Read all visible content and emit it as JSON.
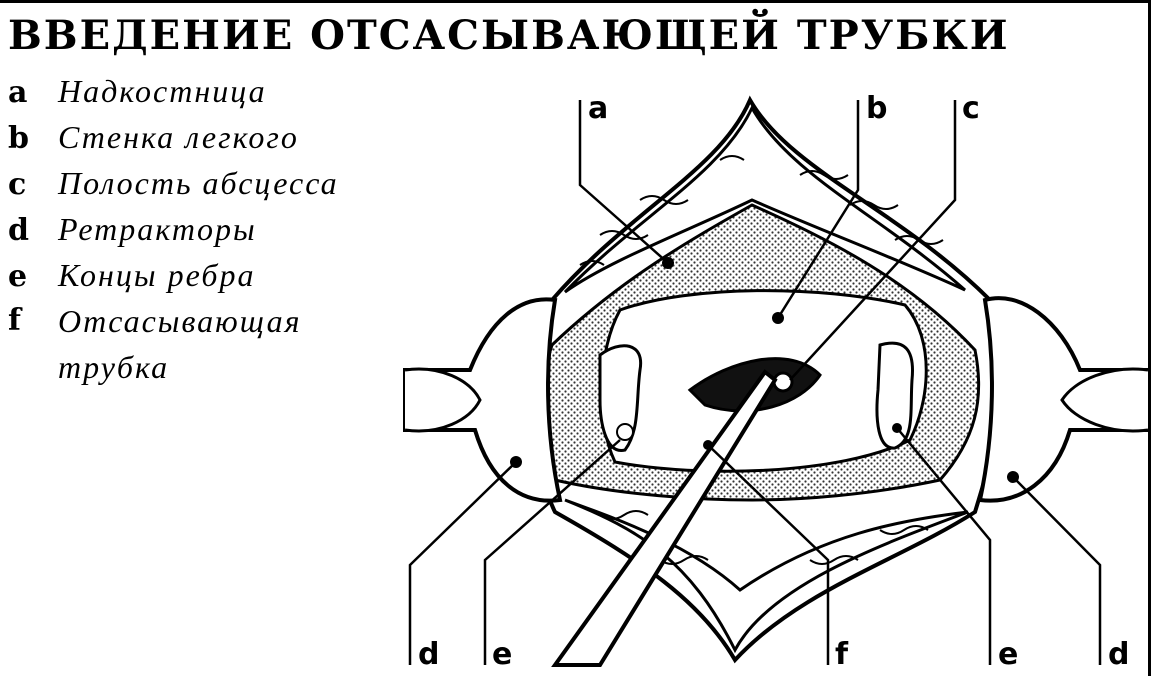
{
  "title": "ВВЕДЕНИЕ ОТСАСЫВАЮЩЕЙ ТРУБКИ",
  "legend": [
    {
      "letter": "a",
      "text": "Надкостница"
    },
    {
      "letter": "b",
      "text": "Стенка легкого"
    },
    {
      "letter": "c",
      "text": "Полость абсцесса"
    },
    {
      "letter": "d",
      "text": "Ретракторы"
    },
    {
      "letter": "e",
      "text": "Концы ребра"
    },
    {
      "letter": "f",
      "text": "Отсасывающая трубка"
    }
  ],
  "diagram_labels": {
    "top_a": "a",
    "top_b": "b",
    "top_c": "c",
    "bottom_d_left": "d",
    "bottom_e_left": "e",
    "bottom_f": "f",
    "bottom_e_right": "e",
    "bottom_d_right": "d"
  }
}
